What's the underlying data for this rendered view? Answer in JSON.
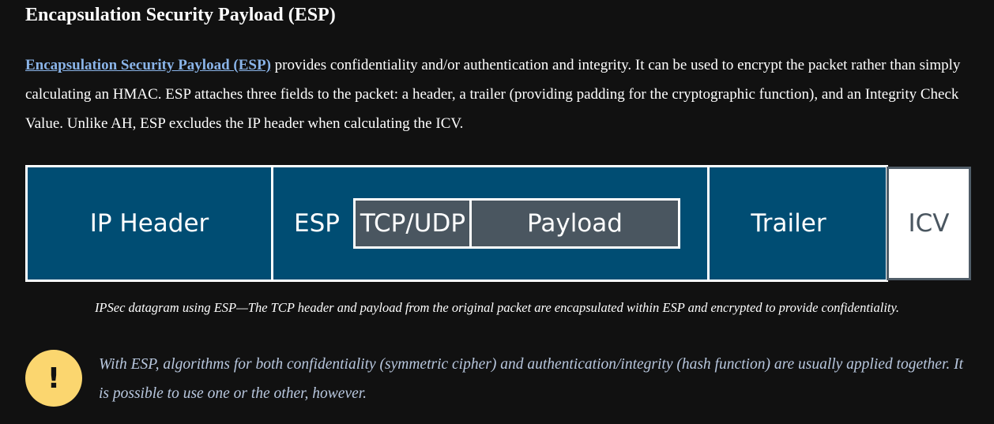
{
  "heading": "Encapsulation Security Payload (ESP)",
  "paragraph": {
    "link": "Encapsulation Security Payload (ESP)",
    "text": " provides confidentiality and/or authentication and integrity. It can be used to encrypt the packet rather than simply calculating an HMAC. ESP attaches three fields to the packet: a header, a trailer (providing padding for the cryptographic function), and an Integrity Check Value. Unlike AH, ESP excludes the IP header when calculating the ICV."
  },
  "diagram": {
    "ip_header": "IP Header",
    "esp": "ESP",
    "tcp_udp": "TCP/UDP",
    "payload": "Payload",
    "trailer": "Trailer",
    "icv": "ICV",
    "colors": {
      "segment": "#004d73",
      "inner": "#4a5660",
      "icv": "#ffffff",
      "border": "#ffffff"
    }
  },
  "caption": "IPSec datagram using ESP—The TCP header and payload from the original packet are encapsulated within ESP and encrypted to provide confidentiality.",
  "alert": {
    "icon": "exclamation-icon",
    "symbol": "!",
    "text": "With ESP, algorithms for both confidentiality (symmetric cipher) and authentication/integrity (hash function) are usually applied together. It is possible to use one or the other, however."
  }
}
